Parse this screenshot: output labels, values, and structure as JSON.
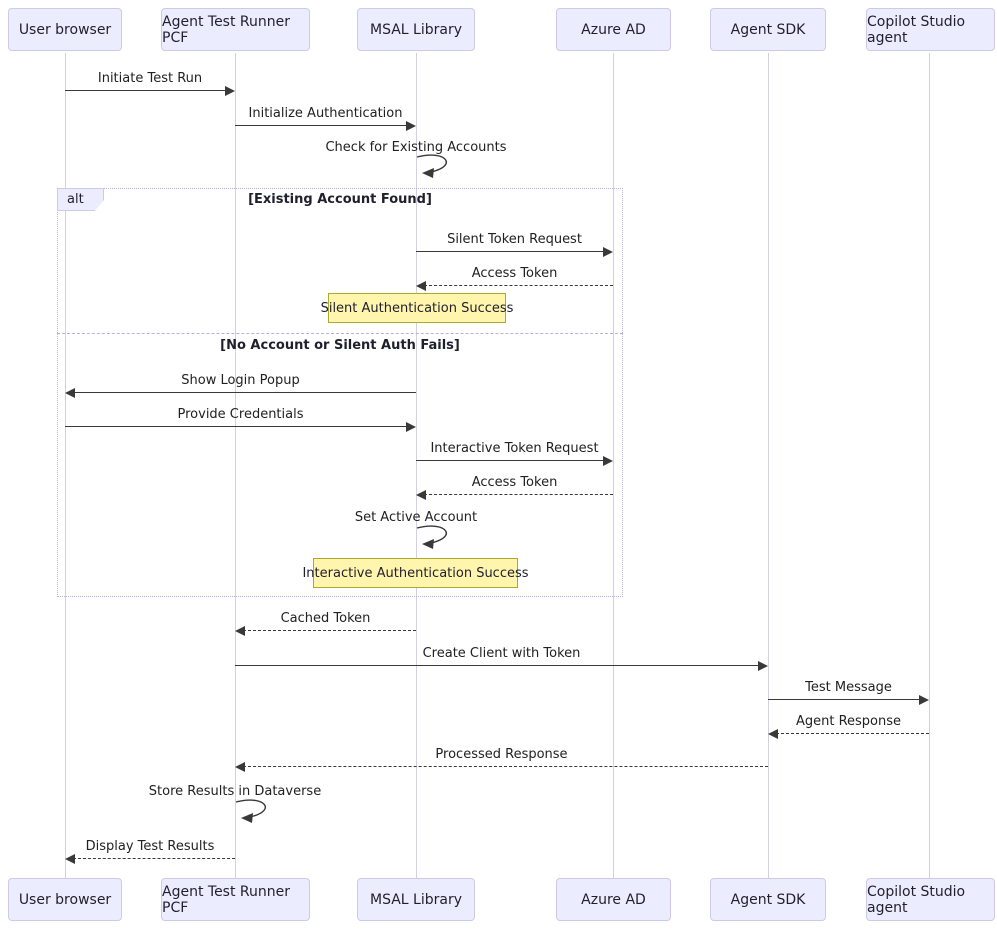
{
  "actors": [
    "User browser",
    "Agent Test Runner PCF",
    "MSAL Library",
    "Azure AD",
    "Agent SDK",
    "Copilot Studio agent"
  ],
  "messages": [
    {
      "label": "Initiate Test Run",
      "from": "User browser",
      "to": "Agent Test Runner PCF",
      "style": "solid"
    },
    {
      "label": "Initialize Authentication",
      "from": "Agent Test Runner PCF",
      "to": "MSAL Library",
      "style": "solid"
    },
    {
      "label": "Check for Existing Accounts",
      "from": "MSAL Library",
      "to": "MSAL Library",
      "style": "self"
    },
    {
      "label": "Silent Token Request",
      "from": "MSAL Library",
      "to": "Azure AD",
      "style": "solid"
    },
    {
      "label": "Access Token",
      "from": "Azure AD",
      "to": "MSAL Library",
      "style": "dashed"
    },
    {
      "label": "Show Login Popup",
      "from": "MSAL Library",
      "to": "User browser",
      "style": "solid"
    },
    {
      "label": "Provide Credentials",
      "from": "User browser",
      "to": "MSAL Library",
      "style": "solid"
    },
    {
      "label": "Interactive Token Request",
      "from": "MSAL Library",
      "to": "Azure AD",
      "style": "solid"
    },
    {
      "label": "Access Token",
      "from": "Azure AD",
      "to": "MSAL Library",
      "style": "dashed"
    },
    {
      "label": "Set Active Account",
      "from": "MSAL Library",
      "to": "MSAL Library",
      "style": "self"
    },
    {
      "label": "Cached Token",
      "from": "MSAL Library",
      "to": "Agent Test Runner PCF",
      "style": "dashed"
    },
    {
      "label": "Create Client with Token",
      "from": "Agent Test Runner PCF",
      "to": "Agent SDK",
      "style": "solid"
    },
    {
      "label": "Test Message",
      "from": "Agent SDK",
      "to": "Copilot Studio agent",
      "style": "solid"
    },
    {
      "label": "Agent Response",
      "from": "Copilot Studio agent",
      "to": "Agent SDK",
      "style": "dashed"
    },
    {
      "label": "Processed Response",
      "from": "Agent SDK",
      "to": "Agent Test Runner PCF",
      "style": "dashed"
    },
    {
      "label": "Store Results in Dataverse",
      "from": "Agent Test Runner PCF",
      "to": "Agent Test Runner PCF",
      "style": "self"
    },
    {
      "label": "Display Test Results",
      "from": "Agent Test Runner PCF",
      "to": "User browser",
      "style": "dashed"
    }
  ],
  "alt": {
    "keyword": "alt",
    "conditions": [
      "[Existing Account Found]",
      "[No Account or Silent Auth Fails]"
    ]
  },
  "notes": [
    {
      "text": "Silent Authentication Success"
    },
    {
      "text": "Interactive Authentication Success"
    }
  ],
  "colors": {
    "actor_fill": "#ECECFF",
    "actor_border": "#cfc9e6",
    "note_fill": "#fff5ad",
    "note_border": "#aaaa33",
    "arrow": "#393939",
    "lifeline": "#d4cfe3",
    "frame_border": "#b9b3d8",
    "background": "#ffffff"
  }
}
